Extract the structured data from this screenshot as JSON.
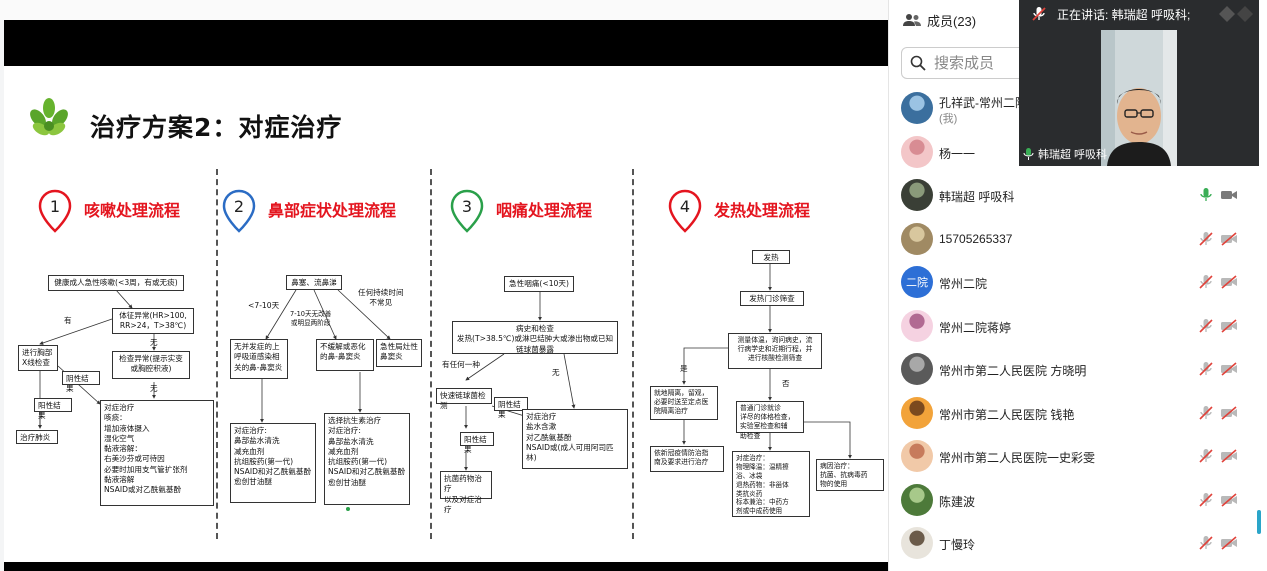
{
  "slide": {
    "title": "治疗方案2：对症治疗",
    "sections": [
      {
        "num": "1",
        "title": "咳嗽处理流程",
        "color": "#e4151f"
      },
      {
        "num": "2",
        "title": "鼻部症状处理流程",
        "color": "#2b6cc4"
      },
      {
        "num": "3",
        "title": "咽痛处理流程",
        "color": "#2aa04a"
      },
      {
        "num": "4",
        "title": "发热处理流程",
        "color": "#e4151f"
      }
    ],
    "cough": {
      "b1": "健康成人急性咳嗽(<3周，有或无痰)",
      "b2": "体征异常(HR>100,\nRR>24，T>38℃)",
      "b3": "进行胸部\nX线检查",
      "b4": "检查异常(提示实变\n或胸腔积液)",
      "b5": "阴性结果",
      "b6": "阳性结果",
      "b7": "治疗肺炎",
      "b8": "对症治疗\n咳痰：\n增加液体摄入\n湿化空气\n黏液溶解：\n右美沙芬或可待因\n必要时加用支气管扩张剂\n黏液溶解\nNSAID或对乙酰氨基酚",
      "l_you": "有",
      "l_wu1": "无",
      "l_wu2": "无"
    },
    "nose": {
      "b1": "鼻塞、流鼻涕",
      "b2": "无并发症的上\n呼吸道感染相\n关的鼻-鼻窦炎",
      "b3": "不缓解或恶化\n的鼻-鼻窦炎",
      "b4": "急性局灶性\n鼻窦炎",
      "b5": "对症治疗:\n鼻部盐水清洗\n减充血剂\n抗组胺药(第一代)\nNSAID和对乙酰氨基酚\n愈创甘油醚",
      "b6": "选择抗生素治疗\n对症治疗:\n鼻部盐水清洗\n减充血剂\n抗组胺药(第一代)\nNSAID和对乙酰氨基酚\n愈创甘油醚",
      "l1": "<7-10天",
      "l2": "7-10天无改善\n或明显两阶段",
      "l3": "任何持续时间\n不常见"
    },
    "throat": {
      "b1": "急性咽痛(<10天)",
      "b2": "病史和检查\n发热(T>38.5℃)或淋巴结肿大或渗出物或已知链球菌暴露",
      "b3": "快速链球菌检测",
      "b4": "阴性结果",
      "b5": "阳性结果",
      "b6": "抗菌药物治疗\n以及对症治疗",
      "b7": "对症治疗\n盐水含漱\n对乙酰氨基酚\nNSAID或(成人可用阿司匹林)",
      "l1": "有任何一种",
      "l2": "无"
    },
    "fever": {
      "b1": "发热",
      "b2": "发热门诊筛查",
      "b3": "测量体温，询问病史，流\n行病学史和近期行程，并\n进行核酸检测筛查",
      "b4": "就地隔离，留观，\n必要时送至定点医\n院隔离治疗",
      "b5": "普通门诊就诊\n详尽的体格检查，\n实验室检查和辅\n助检查",
      "b6": "依新冠疫情防治指\n南及要求进行治疗",
      "b7": "对症治疗：\n物理降温：温精擦\n浴、冰袋\n退热药物：非甾体\n类抗炎药\n标本兼治：中药方\n剂或中成药使用",
      "b8": "病因治疗：\n抗菌、抗病毒药\n物的使用",
      "l1": "是",
      "l2": "否"
    }
  },
  "panel": {
    "header": "成员(23)",
    "search_placeholder": "搜索成员",
    "members": [
      {
        "name": "孔祥武-常州二院",
        "sub": "(我)",
        "avatar": "photo-blue",
        "mic": "none",
        "cam": "none"
      },
      {
        "name": "杨一一",
        "sub": "",
        "avatar": "photo-pink",
        "mic": "none",
        "cam": "none"
      },
      {
        "name": "韩瑞超 呼吸科",
        "sub": "",
        "avatar": "photo-dark",
        "mic": "on",
        "cam": "on"
      },
      {
        "name": "15705265337",
        "sub": "",
        "avatar": "photo-tan",
        "mic": "muted",
        "cam": "off"
      },
      {
        "name": "常州二院",
        "sub": "",
        "avatar": "text-avatar",
        "avatar_text": "二院",
        "mic": "muted",
        "cam": "off"
      },
      {
        "name": "常州二院蒋婷",
        "sub": "",
        "avatar": "photo-flower",
        "mic": "muted",
        "cam": "off"
      },
      {
        "name": "常州市第二人民医院 方晓明",
        "sub": "",
        "avatar": "photo-gray",
        "mic": "muted",
        "cam": "off"
      },
      {
        "name": "常州市第二人民医院 钱艳",
        "sub": "",
        "avatar": "photo-orange",
        "mic": "muted",
        "cam": "off"
      },
      {
        "name": "常州市第二人民医院一史彩雯",
        "sub": "",
        "avatar": "photo-peach",
        "mic": "muted",
        "cam": "off"
      },
      {
        "name": "陈建波",
        "sub": "",
        "avatar": "photo-green",
        "mic": "muted",
        "cam": "off"
      },
      {
        "name": "丁慢玲",
        "sub": "",
        "avatar": "photo-white",
        "mic": "muted",
        "cam": "off"
      }
    ]
  },
  "speaker": {
    "banner": "正在讲话:  韩瑞超 呼吸科;",
    "tag": "韩瑞超 呼吸科"
  },
  "colors": {
    "accent": "#2aa5c9",
    "muted_red": "#e0433b",
    "mic_green": "#3aae56",
    "text_avatar_bg": "#2d6fd6"
  }
}
